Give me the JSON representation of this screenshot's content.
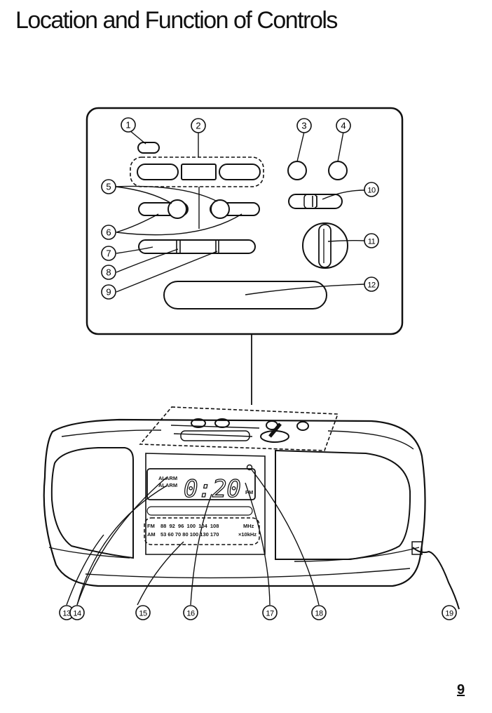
{
  "page": {
    "title": "Location and Function of Controls",
    "page_number": "9"
  },
  "callouts": [
    "1",
    "2",
    "3",
    "4",
    "5",
    "6",
    "7",
    "8",
    "9",
    "10",
    "11",
    "12",
    "13",
    "14",
    "15",
    "16",
    "17",
    "18",
    "19"
  ],
  "display": {
    "alarm_label_1": "ALARM",
    "alarm_label_2": "ALARM",
    "time": "0:20",
    "pm_label": "PM"
  },
  "tuning_scale": {
    "fm_label": "FM",
    "fm_values": "88  92  96  100  104  108",
    "fm_unit": "MHz",
    "am_label": "AM",
    "am_values": "53 60 70 80 100 130 170",
    "am_unit": "×10kHz"
  }
}
